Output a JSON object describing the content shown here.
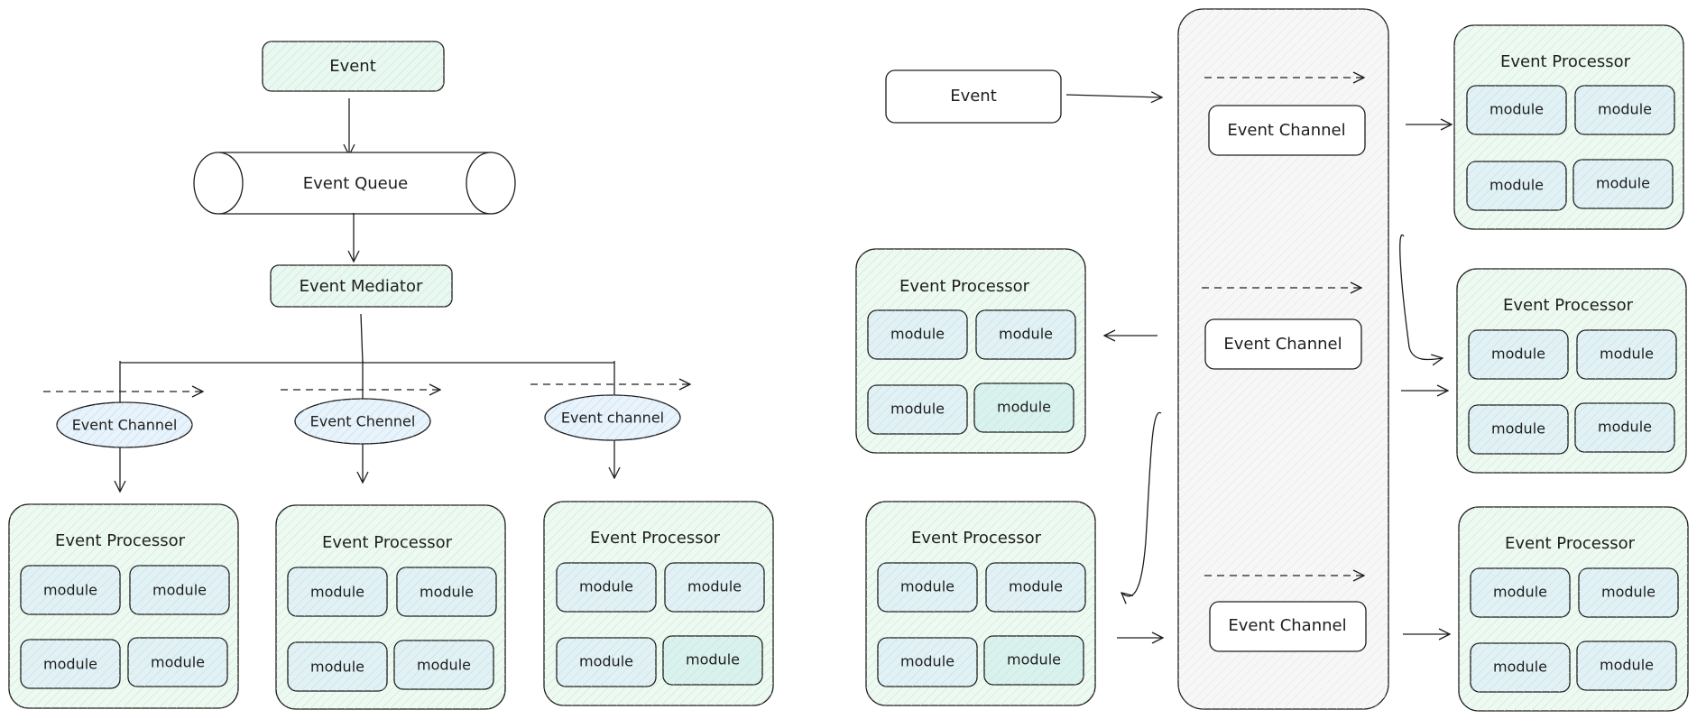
{
  "diagram": {
    "left": {
      "event": "Event",
      "queue": "Event Queue",
      "mediator": "Event Mediator",
      "channels": [
        "Event Channel",
        "Event Chennel",
        "Event channel"
      ],
      "processors": [
        {
          "title": "Event Processor",
          "modules": [
            "module",
            "module",
            "module",
            "module"
          ]
        },
        {
          "title": "Event Processor",
          "modules": [
            "module",
            "module",
            "module",
            "module"
          ]
        },
        {
          "title": "Event Processor",
          "modules": [
            "module",
            "module",
            "module",
            "module"
          ]
        }
      ]
    },
    "right": {
      "event": "Event",
      "channels": [
        "Event Channel",
        "Event Channel",
        "Event Channel"
      ],
      "processors_right": [
        {
          "title": "Event Processor",
          "modules": [
            "module",
            "module",
            "module",
            "module"
          ]
        },
        {
          "title": "Event Processor",
          "modules": [
            "module",
            "module",
            "module",
            "module"
          ]
        },
        {
          "title": "Event Processor",
          "modules": [
            "module",
            "module",
            "module",
            "module"
          ]
        }
      ],
      "processors_left": [
        {
          "title": "Event Processor",
          "modules": [
            "module",
            "module",
            "module",
            "module"
          ]
        },
        {
          "title": "Event Processor",
          "modules": [
            "module",
            "module",
            "module",
            "module"
          ]
        }
      ]
    },
    "colors": {
      "stroke": "#1e1e1e",
      "green_fill": "#ebfbee",
      "teal_fill": "#e6f7f2",
      "blue_fill": "#e7f5ff",
      "module_fill": "#e3f2f7",
      "gray_fill": "#f5f5f5"
    }
  }
}
